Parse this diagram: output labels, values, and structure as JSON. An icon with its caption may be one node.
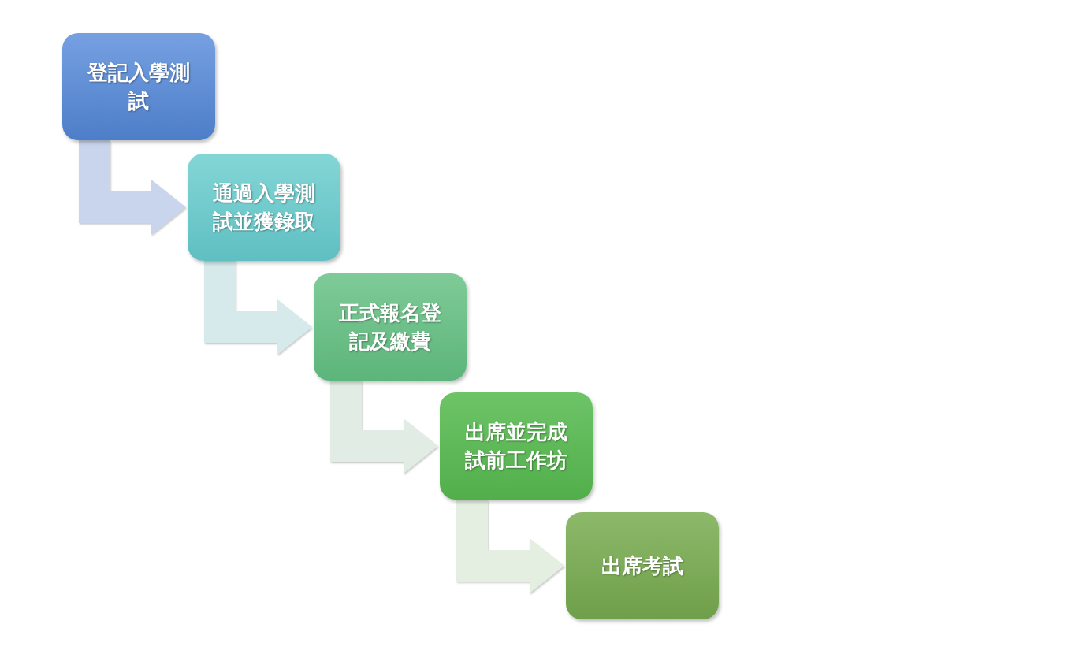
{
  "diagram": {
    "nodes": [
      {
        "text": [
          "登記入學測試"
        ]
      },
      {
        "text": [
          "通過入學測試並獲錄取"
        ]
      },
      {
        "text": [
          "正式報名登記及繳費"
        ]
      },
      {
        "text": [
          "出席並完成試前工作坊"
        ]
      },
      {
        "text": [
          "出席考試"
        ]
      }
    ],
    "edges": [
      {
        "from": 0,
        "to": 1,
        "arrow": "to",
        "color": "#c9d5ec"
      },
      {
        "from": 1,
        "to": 2,
        "arrow": "to",
        "color": "#d6eaeb"
      },
      {
        "from": 2,
        "to": 3,
        "arrow": "to",
        "color": "#e1ede4"
      },
      {
        "from": 3,
        "to": 4,
        "arrow": "to",
        "color": "#e4eee1"
      }
    ]
  }
}
